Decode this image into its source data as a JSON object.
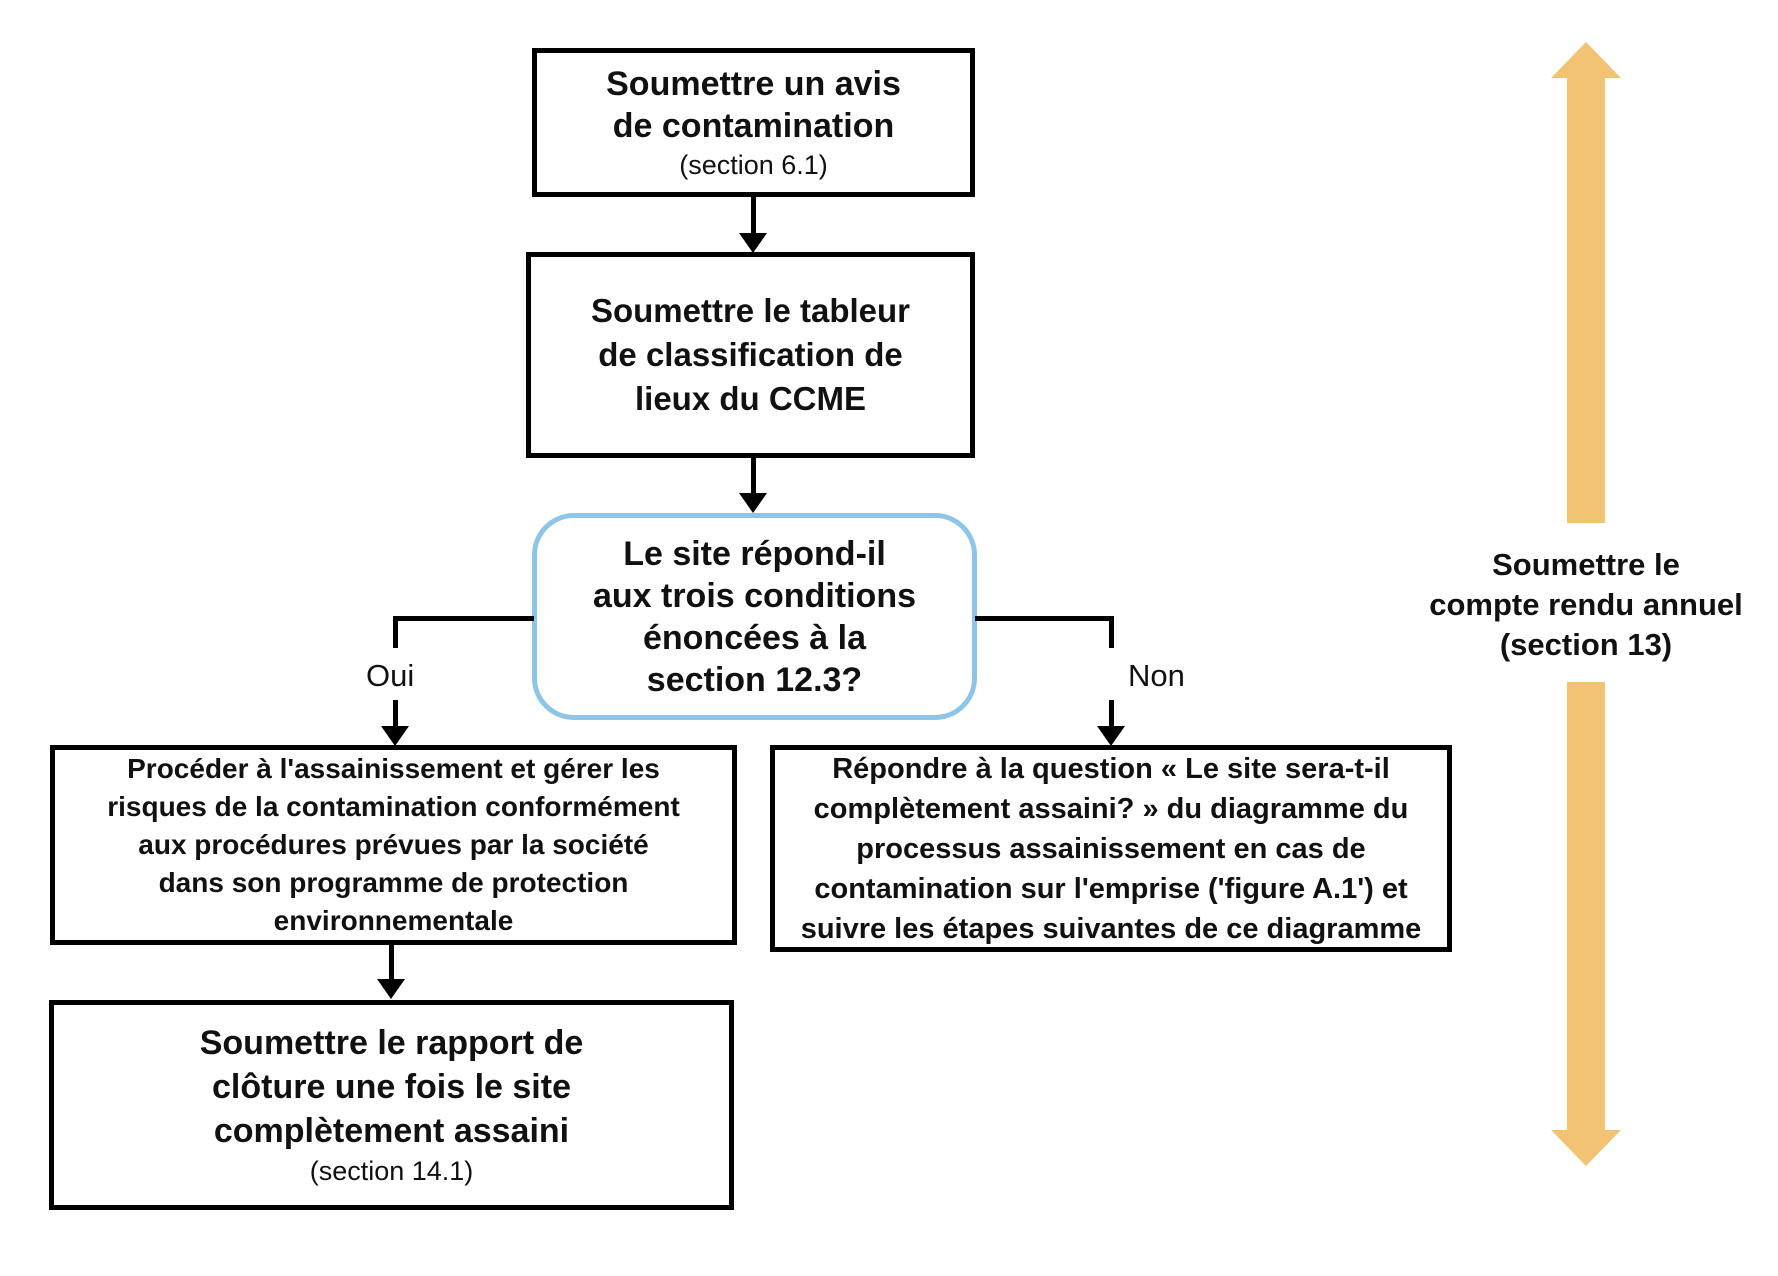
{
  "flowchart": {
    "nodes": {
      "submit_notice": {
        "lines": [
          "Soumettre un avis",
          "de contamination"
        ],
        "section": "(section 6.1)"
      },
      "submit_ccme": {
        "lines": [
          "Soumettre le tableur",
          "de classification de",
          "lieux du CCME"
        ]
      },
      "decision": {
        "lines": [
          "Le site répond-il",
          "aux trois conditions",
          "énoncées à la",
          "section 12.3?"
        ]
      },
      "remediate": {
        "lines": [
          "Procéder à l'assainissement et gérer les",
          "risques de la contamination conformément",
          "aux procédures prévues par la société",
          "dans son programme de protection",
          "environnementale"
        ]
      },
      "respond": {
        "lines": [
          "Répondre à la question « Le site sera-t-il",
          "complètement assaini? » du diagramme du",
          "processus assainissement en cas de",
          "contamination sur l'emprise ('figure A.1') et",
          "suivre les étapes suivantes de ce diagramme"
        ]
      },
      "closure": {
        "lines": [
          "Soumettre le rapport de",
          "clôture une fois le site",
          "complètement assaini"
        ],
        "section": "(section 14.1)"
      },
      "annual": {
        "lines": [
          "Soumettre le",
          "compte rendu annuel",
          "(section 13)"
        ]
      }
    },
    "branch_labels": {
      "yes": "Oui",
      "no": "Non"
    },
    "colors": {
      "box_border": "#000000",
      "decision_border": "#8CC5E8",
      "annual_arrow": "#F2C372",
      "text": "#111111"
    }
  }
}
